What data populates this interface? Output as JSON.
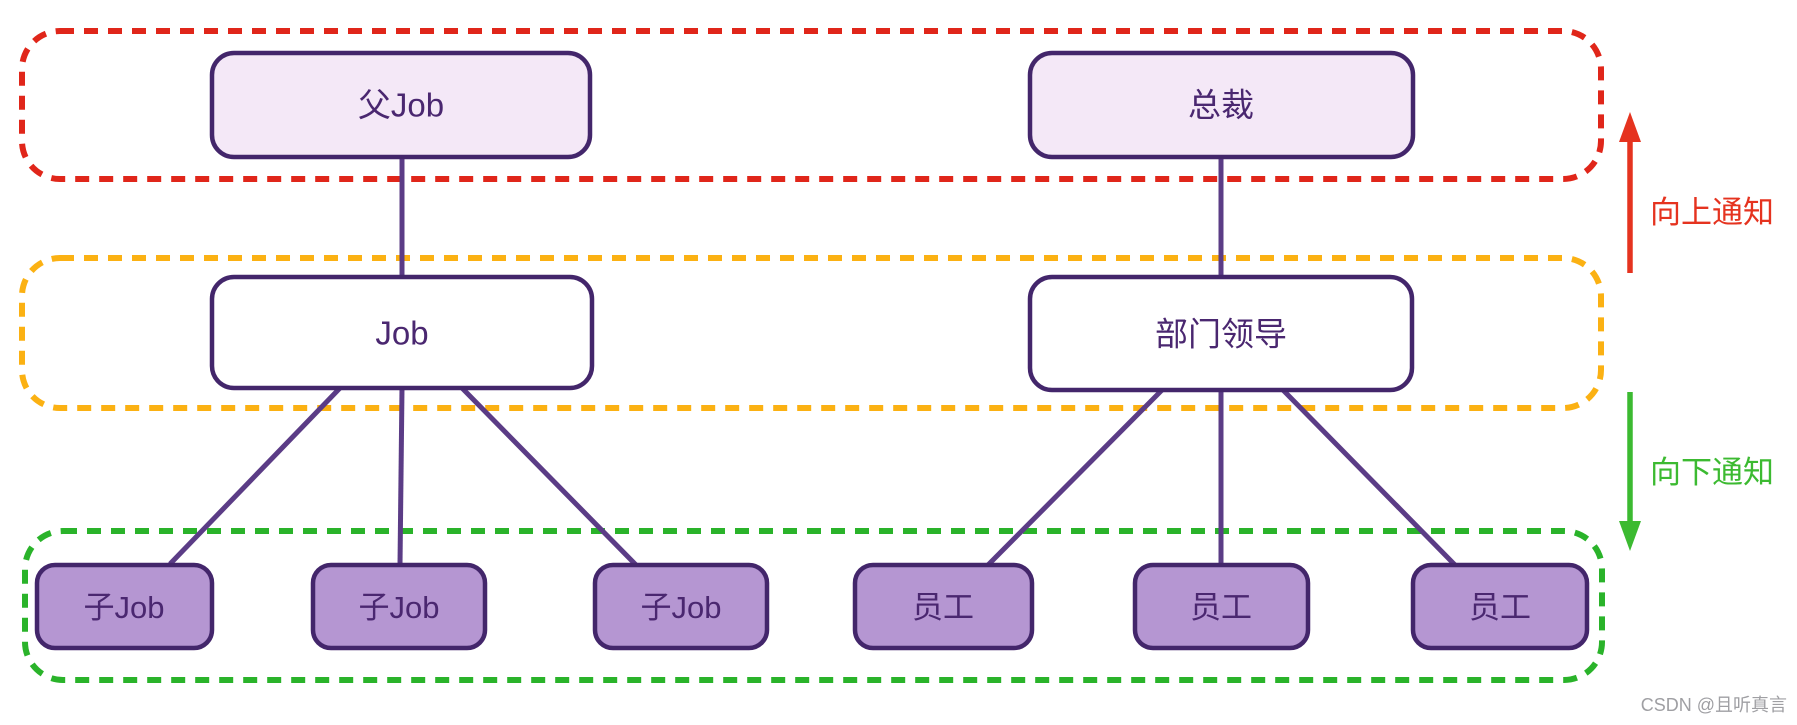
{
  "nodes": {
    "parent_job": {
      "label": "父Job"
    },
    "president": {
      "label": "总裁"
    },
    "job": {
      "label": "Job"
    },
    "dept_leader": {
      "label": "部门领导"
    },
    "child_jobs": [
      {
        "label": "子Job"
      },
      {
        "label": "子Job"
      },
      {
        "label": "子Job"
      }
    ],
    "employees": [
      {
        "label": "员工"
      },
      {
        "label": "员工"
      },
      {
        "label": "员工"
      }
    ]
  },
  "annotations": {
    "up_notify": {
      "label": "向上通知",
      "color": "#e5331f"
    },
    "down_notify": {
      "label": "向下通知",
      "color": "#3cba31"
    }
  },
  "watermark": {
    "label": "CSDN @且听真言",
    "color": "#9f9fa3"
  },
  "colors": {
    "band_top": "#e0261a",
    "band_middle": "#fbb113",
    "band_bottom": "#2ab32a",
    "node_border": "#43266b",
    "node_fill_light": "#f4e8f7",
    "node_fill_white": "#ffffff",
    "node_fill_purple": "#b596d2",
    "edge": "#5b3c86",
    "node_text": "#4a2770"
  }
}
